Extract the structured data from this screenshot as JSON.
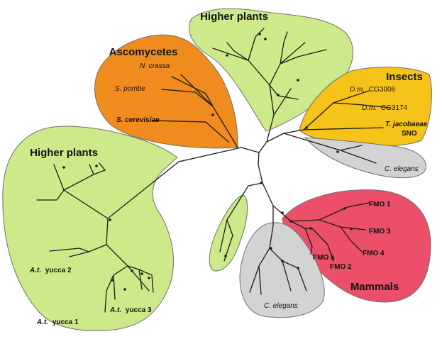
{
  "colors": {
    "higher_plants": "#cdea8a",
    "ascomycetes": "#f08c1e",
    "insects": "#f6c31a",
    "nematodes": "#d3d3d3",
    "mammals": "#ec4f6a",
    "branch": "#1a1a1a"
  },
  "groups": {
    "higher_plants_top": "Higher plants",
    "higher_plants_left": "Higher plants",
    "ascomycetes": "Ascomycetes",
    "insects": "Insects",
    "mammals": "Mammals"
  },
  "leaves": {
    "n_crassa": "N. crassa",
    "s_pombe": "S. pombe",
    "s_cerevisiae": "S. cerevisiae",
    "dm_species": "D.m.",
    "cg3006": "CG3006",
    "cg3174": "CG3174",
    "t_jacobaeae": "T. jacobaeae",
    "sno": "SNO",
    "c_elegans_upper": "C. elegans",
    "c_elegans_lower": "C. elegans",
    "fmo1": "FMO 1",
    "fmo2": "FMO 2",
    "fmo3": "FMO 3",
    "fmo4": "FMO 4",
    "fmo5": "FMO 5",
    "at_species": "A.t.",
    "yucca2": "yucca 2",
    "yucca3": "yucca 3",
    "yucca1": "yucca 1"
  }
}
